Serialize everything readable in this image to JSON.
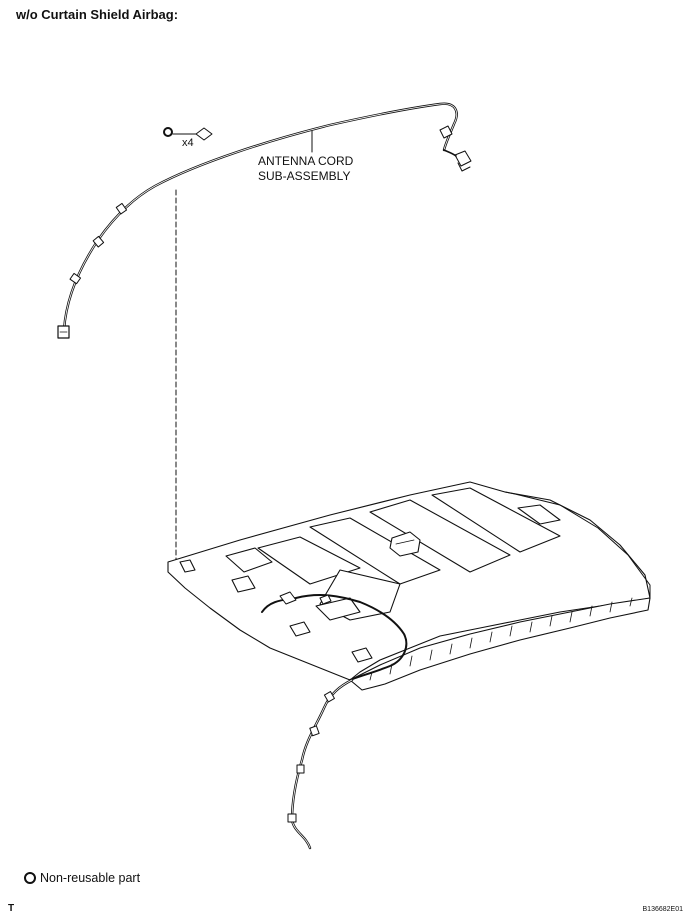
{
  "header": {
    "title": "w/o Curtain Shield Airbag:"
  },
  "callouts": {
    "part_line1": "ANTENNA CORD",
    "part_line2": "SUB-ASSEMBLY",
    "quantity": "x4"
  },
  "legend": {
    "non_reusable": "Non-reusable part",
    "icon": "non-reusable-ring-icon"
  },
  "footer": {
    "section_letter": "T",
    "figure_id": "B136682E01"
  }
}
